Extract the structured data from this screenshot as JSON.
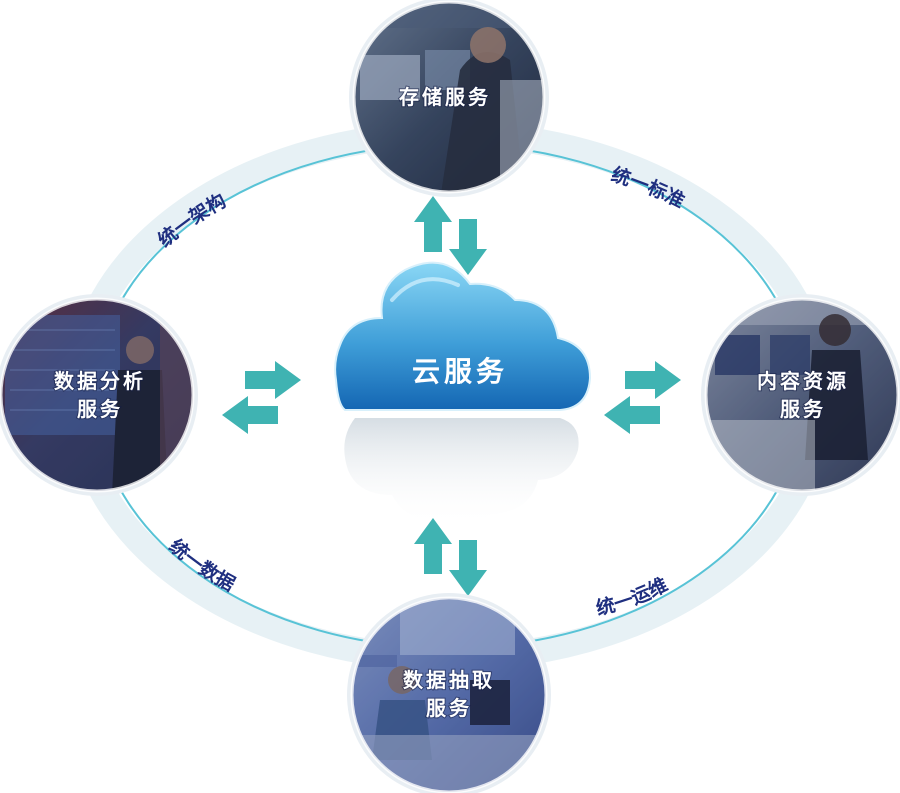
{
  "center": {
    "label": "云服务"
  },
  "nodes": {
    "top": {
      "label_lines": [
        "存储服务"
      ]
    },
    "left": {
      "label_lines": [
        "数据分析",
        "服务"
      ]
    },
    "right": {
      "label_lines": [
        "内容资源",
        "服务"
      ]
    },
    "bottom": {
      "label_lines": [
        "数据抽取",
        "服务"
      ]
    }
  },
  "ring_labels": {
    "top_left": "统一架构",
    "top_right": "统一标准",
    "bottom_left": "统一数据",
    "bottom_right": "统一运维"
  },
  "colors": {
    "ring": "#58c3d6",
    "arrow": "#3fb3b2",
    "cloud_top": "#7fd0f2",
    "cloud_bottom": "#1a78c2",
    "ring_text": "#1f2f80"
  }
}
